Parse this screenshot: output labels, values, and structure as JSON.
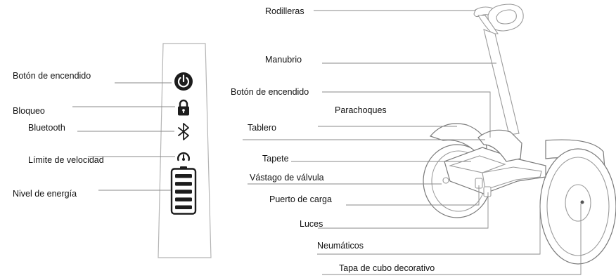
{
  "panel_labels": {
    "power_button": "Botón de encendido",
    "lock": "Bloqueo",
    "bluetooth": "Bluetooth",
    "speed_limit": "Límite de velocidad",
    "battery_level": "Nivel de energía"
  },
  "scooter_labels": {
    "knee_pads": "Rodilleras",
    "handlebar": "Manubrio",
    "power_button": "Botón de encendido",
    "bumper": "Parachoques",
    "dashboard": "Tablero",
    "mat": "Tapete",
    "valve_stem": "Vástago de válvula",
    "charging_port": "Puerto de carga",
    "lights": "Luces",
    "tires": "Neumáticos",
    "hub_cap": "Tapa de cubo decorativo"
  },
  "battery": {
    "bars_total": 5,
    "bars_lit": 5
  },
  "colors": {
    "icon": "#1c1c1c",
    "leader": "#8a8a8a",
    "outline": "#9a9a9a"
  },
  "icons": [
    "power-icon",
    "lock-icon",
    "bluetooth-icon",
    "speedometer-icon",
    "battery-icon"
  ]
}
